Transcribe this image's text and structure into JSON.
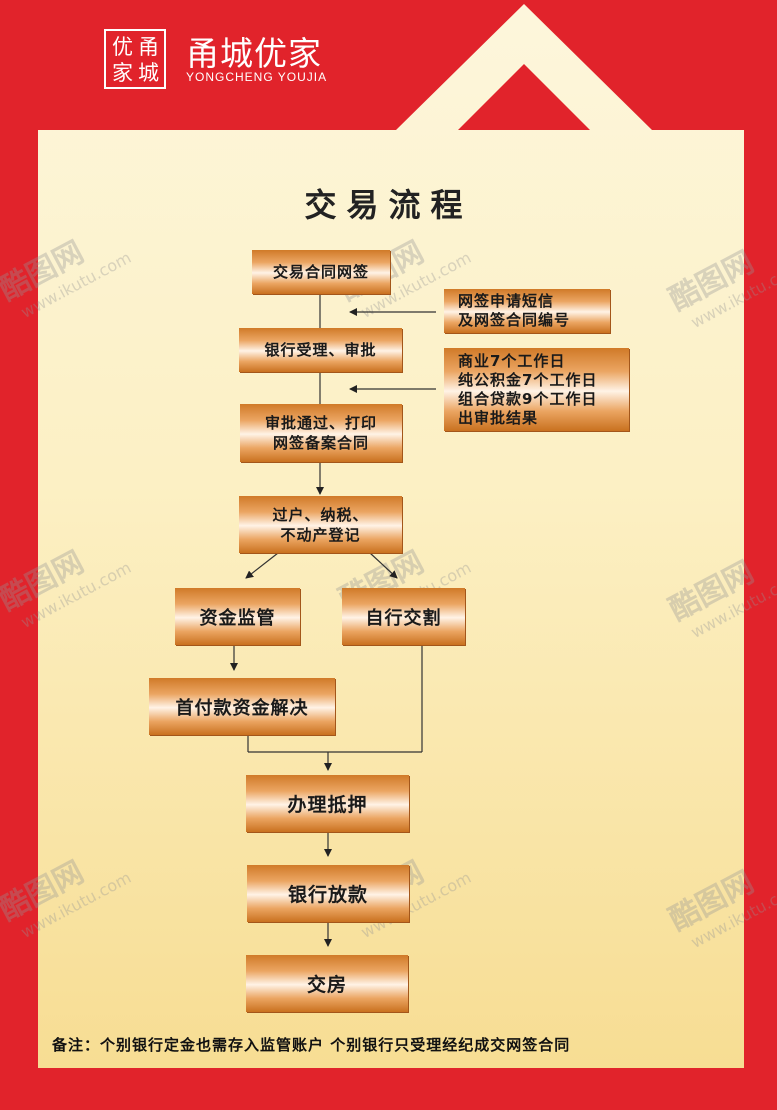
{
  "brand": {
    "seal_chars": [
      "优",
      "甬",
      "家",
      "城"
    ],
    "name": "甬城优家",
    "subtitle": "YONGCHENG YOUJIA"
  },
  "title": "交易流程",
  "steps": {
    "contract_signing": "交易合同网签",
    "bank_review": "银行受理、审批",
    "approval_print_line1": "审批通过、打印",
    "approval_print_line2": "网签备案合同",
    "transfer_line1": "过户、纳税、",
    "transfer_line2": "不动产登记",
    "fund_supervision": "资金监管",
    "self_delivery": "自行交割",
    "down_payment": "首付款资金解决",
    "mortgage": "办理抵押",
    "bank_loan": "银行放款",
    "handover": "交房"
  },
  "side_notes": {
    "sms_line1": "网签申请短信",
    "sms_line2": "及网签合同编号",
    "days_line1": "商业7个工作日",
    "days_line2": "纯公积金7个工作日",
    "days_line3": "组合贷款9个工作日",
    "days_line4": "出审批结果"
  },
  "watermark": {
    "brand": "酷图网",
    "url": "www.ikutu.com"
  },
  "footnote": "备注：个别银行定金也需存入监管账户   个别银行只受理经纪成交网签合同"
}
